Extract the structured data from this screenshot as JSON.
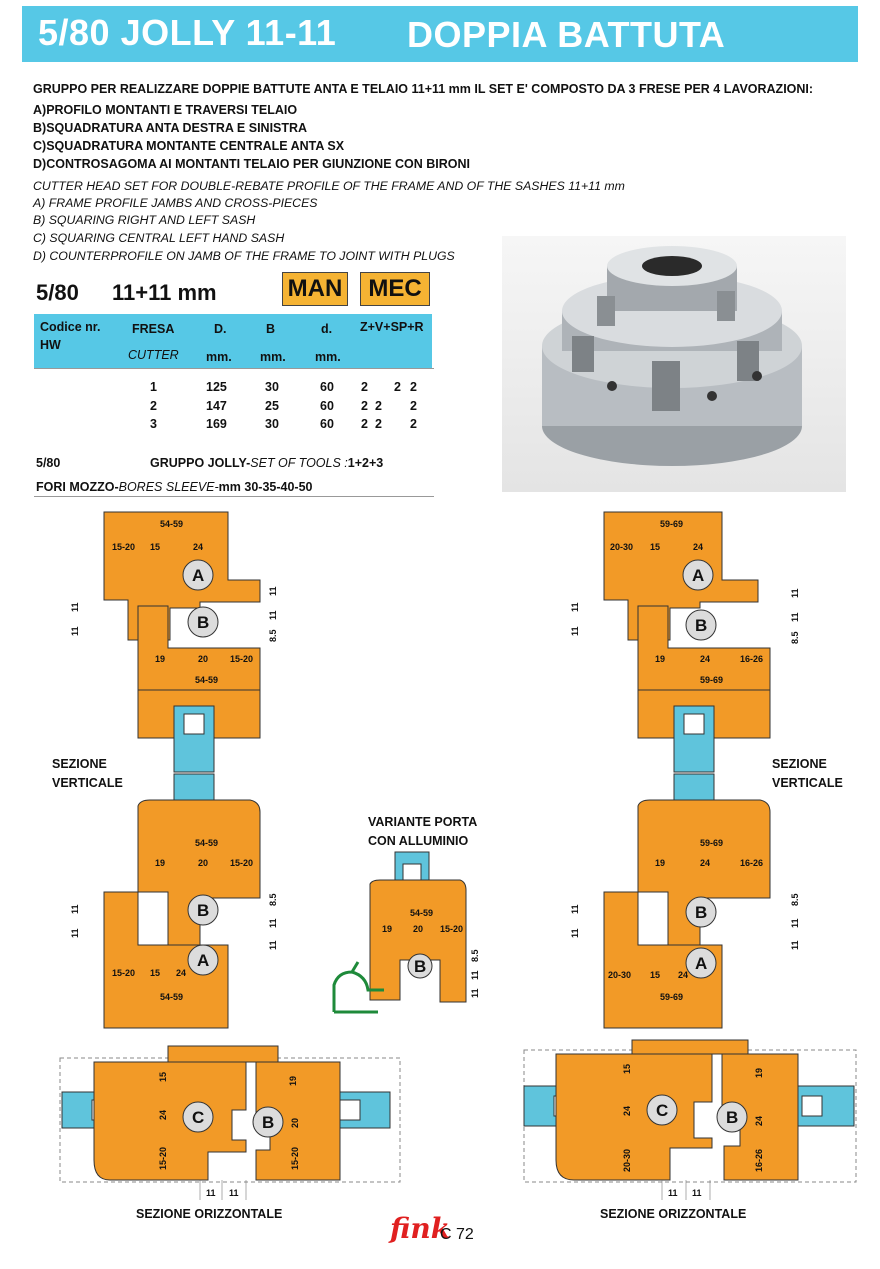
{
  "header": {
    "title_left": "5/80 JOLLY  11-11",
    "title_right": "DOPPIA BATTUTA"
  },
  "description": {
    "intro": "GRUPPO PER REALIZZARE DOPPIE BATTUTE ANTA E TELAIO 11+11 mm IL SET E' COMPOSTO DA 3 FRESE PER 4 LAVORAZIONI:",
    "items_it": [
      "A)PROFILO MONTANTI E TRAVERSI TELAIO",
      "B)SQUADRATURA ANTA DESTRA E SINISTRA",
      "C)SQUADRATURA MONTANTE CENTRALE ANTA SX",
      "D)CONTROSAGOMA AI MONTANTI TELAIO PER GIUNZIONE CON BIRONI"
    ],
    "intro_en": "CUTTER HEAD SET FOR DOUBLE-REBATE PROFILE OF THE FRAME AND OF THE SASHES 11+11 mm",
    "items_en": [
      "A) FRAME PROFILE JAMBS AND CROSS-PIECES",
      "B) SQUARING RIGHT AND LEFT SASH",
      "C) SQUARING CENTRAL LEFT HAND SASH",
      "D) COUNTERPROFILE ON JAMB OF THE FRAME TO JOINT WITH PLUGS"
    ]
  },
  "spec": {
    "model": "5/80",
    "size": "11+11 mm",
    "badge_man": "MAN",
    "badge_mec": "MEC"
  },
  "table": {
    "headers": {
      "code": "Codice nr.",
      "code2": "HW",
      "fresa": "FRESA",
      "cutter": "CUTTER",
      "d_big": "D.",
      "b": "B",
      "d_small": "d.",
      "teeth": "Z+V+SP+R",
      "mm1": "mm.",
      "mm2": "mm.",
      "mm3": "mm."
    },
    "rows": [
      {
        "fresa": "1",
        "D": "125",
        "B": "30",
        "d": "60",
        "z": "2",
        "v": "",
        "sp": "2",
        "r": "2"
      },
      {
        "fresa": "2",
        "D": "147",
        "B": "25",
        "d": "60",
        "z": "2",
        "v": "2",
        "sp": "",
        "r": "2"
      },
      {
        "fresa": "3",
        "D": "169",
        "B": "30",
        "d": "60",
        "z": "2",
        "v": "2",
        "sp": "",
        "r": "2"
      }
    ],
    "set_code": "5/80",
    "set_label_bold": "GRUPPO JOLLY-",
    "set_label_italic": "SET OF TOOLS :",
    "set_label_tail": "1+2+3",
    "bores_bold": "FORI MOZZO-",
    "bores_italic": "BORES SLEEVE-",
    "bores_tail": "mm 30-35-40-50"
  },
  "diagrams": {
    "left": {
      "top_total": "54-59",
      "top_parts": [
        "15-20",
        "15",
        "24"
      ],
      "mid_parts": [
        "19",
        "20",
        "15-20"
      ],
      "mid_total": "54-59",
      "dims": [
        "11",
        "11",
        "11",
        "11",
        "8.5"
      ]
    },
    "right": {
      "top_total": "59-69",
      "top_parts": [
        "20-30",
        "15",
        "24"
      ],
      "mid_parts": [
        "19",
        "24",
        "16-26"
      ],
      "mid_total": "59-69",
      "dims": [
        "11",
        "11",
        "11",
        "11",
        "8.5"
      ]
    },
    "left_lower": {
      "top_total": "54-59",
      "top_parts": [
        "19",
        "20",
        "15-20"
      ],
      "bot_parts": [
        "15-20",
        "15",
        "24"
      ],
      "bot_total": "54-59",
      "dims": [
        "11",
        "11",
        "8.5",
        "11",
        "11"
      ]
    },
    "right_lower": {
      "top_total": "59-69",
      "top_parts": [
        "19",
        "24",
        "16-26"
      ],
      "bot_parts": [
        "20-30",
        "15",
        "24"
      ],
      "bot_total": "59-69",
      "dims": [
        "11",
        "11",
        "8.5",
        "11",
        "11"
      ]
    },
    "middle": {
      "title_line1": "VARIANTE PORTA",
      "title_line2": "CON ALLUMINIO",
      "total": "54-59",
      "parts": [
        "19",
        "20",
        "15-20"
      ],
      "dims": [
        "8.5",
        "11",
        "11"
      ]
    },
    "horiz_left": {
      "top": [
        "15",
        "19"
      ],
      "mid": [
        "24",
        "20"
      ],
      "bot": [
        "15-20",
        "15-20"
      ],
      "gap": [
        "11",
        "11"
      ]
    },
    "horiz_right": {
      "top": [
        "15",
        "19"
      ],
      "mid": [
        "24",
        "24"
      ],
      "bot": [
        "20-30",
        "16-26"
      ],
      "gap": [
        "11",
        "11"
      ]
    },
    "labels": {
      "sez_vert_1": "SEZIONE",
      "sez_vert_2": "VERTICALE",
      "sez_orizz": "SEZIONE ORIZZONTALE",
      "A": "A",
      "B": "B",
      "C": "C"
    }
  },
  "footer": {
    "logo": "fink",
    "page": "C 72"
  },
  "colors": {
    "banner": "#56c8e6",
    "badge": "#f5b333",
    "wood": "#f29a27",
    "glass": "#5fc4dc",
    "profile_green": "#1e8a3a",
    "logo_red": "#e02020"
  }
}
